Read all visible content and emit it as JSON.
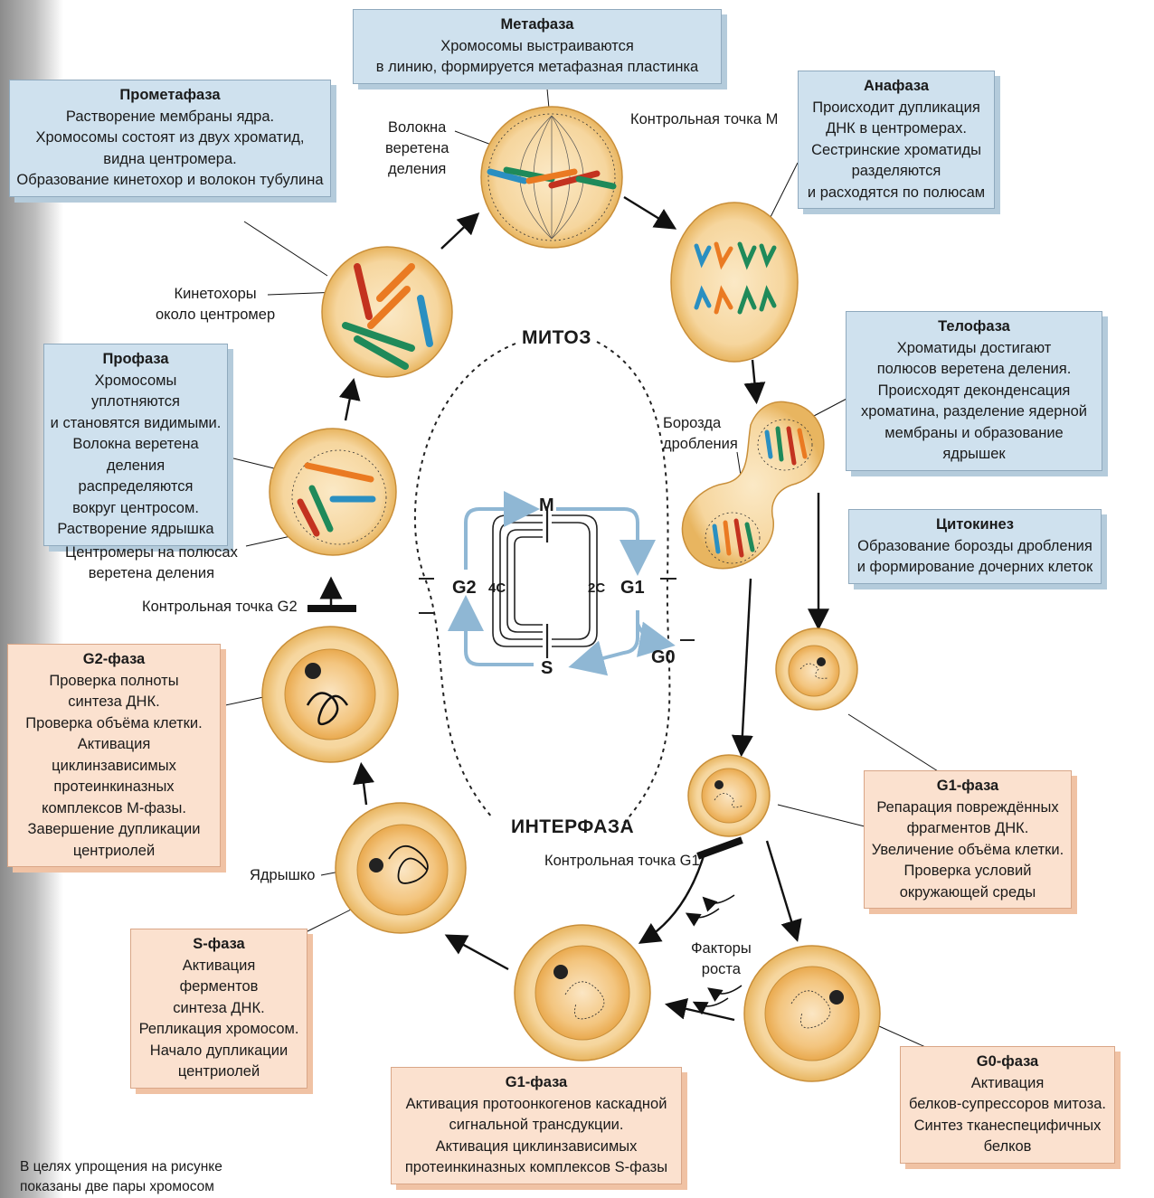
{
  "phases": {
    "metaphase": {
      "title": "Метафаза",
      "lines": [
        "Хромосомы выстраиваются",
        "в линию, формируется метафазная пластинка"
      ]
    },
    "prometaphase": {
      "title": "Прометафаза",
      "lines": [
        "Растворение мембраны ядра.",
        "Хромосомы состоят из двух хроматид,",
        "видна центромера.",
        "Образование кинетохор и волокон тубулина"
      ]
    },
    "anaphase": {
      "title": "Анафаза",
      "lines": [
        "Происходит дупликация",
        "ДНК в центромерах.",
        "Сестринские хроматиды",
        "разделяются",
        "и расходятся по полюсам"
      ]
    },
    "prophase": {
      "title": "Профаза",
      "lines": [
        "Хромосомы уплотняются",
        "и становятся видимыми.",
        "Волокна веретена",
        "деления распределяются",
        "вокруг центросом.",
        "Растворение ядрышка"
      ]
    },
    "telophase": {
      "title": "Телофаза",
      "lines": [
        "Хроматиды достигают",
        "полюсов веретена деления.",
        "Происходят деконденсация",
        "хроматина, разделение ядерной",
        "мембраны и образование ядрышек"
      ]
    },
    "cytokinesis": {
      "title": "Цитокинез",
      "lines": [
        "Образование борозды дробления",
        "и формирование дочерних клеток"
      ]
    },
    "g2": {
      "title": "G2-фаза",
      "lines": [
        "Проверка полноты",
        "синтеза ДНК.",
        "Проверка объёма клетки.",
        "Активация циклинзависимых",
        "протеинкиназных",
        "комплексов М-фазы.",
        "Завершение дупликации",
        "центриолей"
      ]
    },
    "g1_right": {
      "title": "G1-фаза",
      "lines": [
        "Репарация повреждённых",
        "фрагментов ДНК.",
        "Увеличение объёма клетки.",
        "Проверка условий",
        "окружающей среды"
      ]
    },
    "s": {
      "title": "S-фаза",
      "lines": [
        "Активация",
        "ферментов",
        "синтеза ДНК.",
        "Репликация хромосом.",
        "Начало дупликации",
        "центриолей"
      ]
    },
    "g1_bottom": {
      "title": "G1-фаза",
      "lines": [
        "Активация протоонкогенов каскадной",
        "сигнальной трансдукции.",
        "Активация циклинзависимых",
        "протеинкиназных комплексов S-фазы"
      ]
    },
    "g0": {
      "title": "G0-фаза",
      "lines": [
        "Активация",
        "белков-супрессоров митоза.",
        "Синтез тканеспецифичных",
        "белков"
      ]
    }
  },
  "labels": {
    "spindle_fibers": [
      "Волокна",
      "веретена",
      "деления"
    ],
    "checkpoint_m": "Контрольная точка М",
    "kinetochores": [
      "Кинетохоры",
      "около центромер"
    ],
    "centromeres": [
      "Центромеры на полюсах",
      "веретена деления"
    ],
    "checkpoint_g2": "Контрольная точка G2",
    "furrow": [
      "Борозда",
      "дробления"
    ],
    "nucleolus": "Ядрышко",
    "checkpoint_g1": "Контрольная точка G1",
    "growth_factors": [
      "Факторы",
      "роста"
    ],
    "mitosis": "МИТОЗ",
    "interphase": "ИНТЕРФАЗА"
  },
  "cycle": {
    "m": "M",
    "g1": "G1",
    "g0": "G0",
    "s": "S",
    "g2": "G2",
    "c2": "2C",
    "c4": "4C"
  },
  "footnote": [
    "В целях упрощения на рисунке",
    "показаны две пары хромосом"
  ],
  "colors": {
    "cell_outer": "#f6d8a4",
    "cell_inner": "#f2be74",
    "blue_box": "#cfe1ee",
    "pink_box": "#fbe1cf",
    "cycle_arrow": "#8fb7d4",
    "chrom_red": "#c3321f",
    "chrom_orange": "#ea7a22",
    "chrom_green": "#1f8a5a",
    "chrom_blue": "#2a8fc1"
  }
}
